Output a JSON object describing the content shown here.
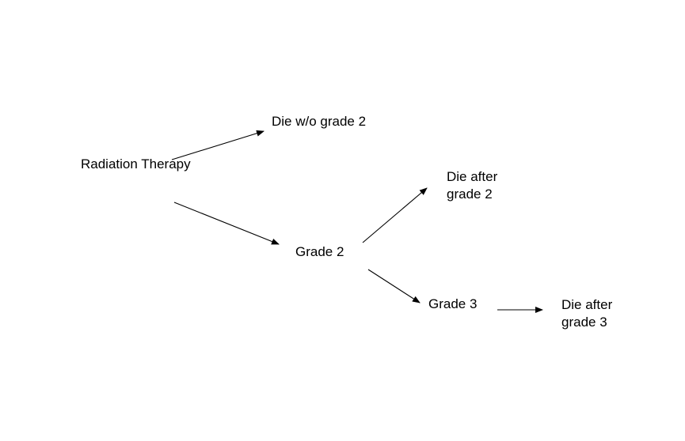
{
  "nodes": {
    "radiation_therapy": "Radiation Therapy",
    "die_without_grade2": "Die w/o grade 2",
    "die_after_grade2_line1": "Die after",
    "die_after_grade2_line2": "grade 2",
    "grade2": "Grade 2",
    "grade3": "Grade 3",
    "die_after_grade3_line1": "Die after",
    "die_after_grade3_line2": "grade 3"
  },
  "edges": [
    {
      "from": "Radiation Therapy",
      "to": "Die w/o grade 2"
    },
    {
      "from": "Radiation Therapy",
      "to": "Grade 2"
    },
    {
      "from": "Grade 2",
      "to": "Die after grade 2"
    },
    {
      "from": "Grade 2",
      "to": "Grade 3"
    },
    {
      "from": "Grade 3",
      "to": "Die after grade 3"
    }
  ],
  "colors": {
    "line": "#000000",
    "text": "#000000",
    "background": "#ffffff"
  }
}
